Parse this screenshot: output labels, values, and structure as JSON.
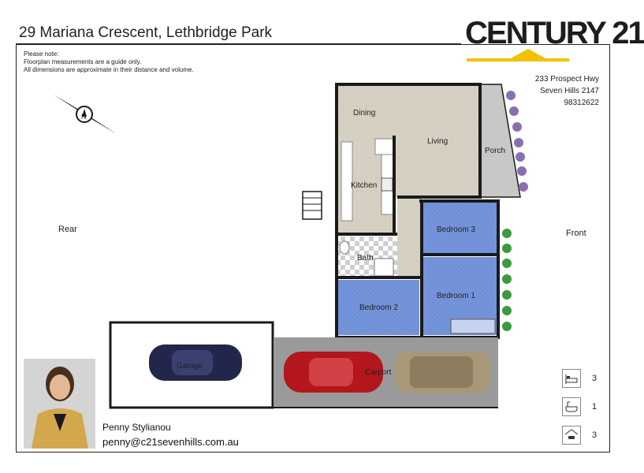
{
  "title": "29 Mariana Crescent, Lethbridge Park",
  "note": {
    "heading": "Please note:",
    "line1": "Floorplan measurements are a guide only.",
    "line2": "All dimensions are approximate in their distance and volume."
  },
  "logo": {
    "text": "CENTURY 21"
  },
  "office": {
    "street": "233 Prospect Hwy",
    "suburb": "Seven Hills 2147",
    "phone": "98312622"
  },
  "orientation": {
    "rear": "Rear",
    "front": "Front",
    "compass": "N"
  },
  "rooms": {
    "dining": "Dining",
    "living": "Living",
    "porch": "Porch",
    "kitchen": "Kitchen",
    "bedroom3": "Bedroom 3",
    "bath": "Bath",
    "bedroom2": "Bedroom 2",
    "bedroom1": "Bedroom 1",
    "garage": "Garage",
    "carport": "Carport"
  },
  "agent": {
    "name": "Penny Stylianou",
    "email": "penny@c21sevenhills.com.au"
  },
  "stats": {
    "bedrooms": "3",
    "bathrooms": "1",
    "parking": "3"
  },
  "colors": {
    "wall": "#1a1a1a",
    "tile": "#d8d2c4",
    "bedroom": "#6f8fd6",
    "porch": "#c8c8c8",
    "carport": "#9a9a9a",
    "accent": "#f2c200"
  }
}
